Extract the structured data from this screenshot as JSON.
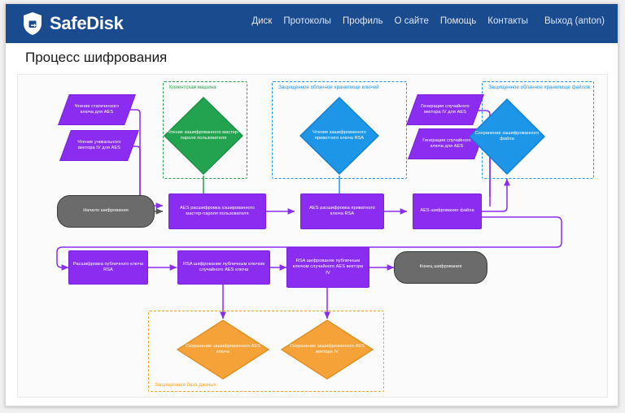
{
  "header": {
    "brand": "SafeDisk",
    "brand_icon": "shield-check-icon",
    "nav": [
      {
        "label": "Диск",
        "name": "nav-disk"
      },
      {
        "label": "Протоколы",
        "name": "nav-protocols"
      },
      {
        "label": "Профиль",
        "name": "nav-profile"
      },
      {
        "label": "О сайте",
        "name": "nav-about"
      },
      {
        "label": "Помощь",
        "name": "nav-help"
      },
      {
        "label": "Контакты",
        "name": "nav-contacts"
      },
      {
        "label": "Выход (anton)",
        "name": "nav-logout"
      }
    ]
  },
  "page": {
    "title": "Процесс шифрования"
  },
  "colors": {
    "navbar": "#1b4b8f",
    "purple": "#8b2df0",
    "green": "#23a34f",
    "blue": "#1e96e8",
    "orange": "#f5a339",
    "gray": "#6b6b6b"
  },
  "diagram": {
    "groups": [
      {
        "name": "group-client-machine",
        "label": "Клиентская машина",
        "color": "#2e9e4f"
      },
      {
        "name": "group-secure-key-cloud",
        "label": "Защищенное облачное хранилище ключей",
        "color": "#2196f3"
      },
      {
        "name": "group-secure-file-cloud",
        "label": "Защищенное облачное хранилище файлов",
        "color": "#2196f3"
      },
      {
        "name": "group-secure-database",
        "label": "Защищенная база данных",
        "color": "#f5a623"
      }
    ],
    "nodes": [
      {
        "name": "node-read-static-aes-key",
        "label": "Чтение статического ключа для AES",
        "shape": "parallelogram",
        "color": "#8b2df0"
      },
      {
        "name": "node-read-unique-iv-aes",
        "label": "Чтение уникального вектора IV для AES",
        "shape": "parallelogram",
        "color": "#8b2df0"
      },
      {
        "name": "node-read-encrypted-master-password",
        "label": "Чтение зашифрованного мастер-пароля пользователя",
        "shape": "diamond",
        "color": "#23a34f"
      },
      {
        "name": "node-read-encrypted-rsa-private-key",
        "label": "Чтение зашифрованного приватного ключа RSA",
        "shape": "diamond",
        "color": "#1e96e8"
      },
      {
        "name": "node-generate-random-iv-aes",
        "label": "Генерация случайного вектора IV для AES",
        "shape": "parallelogram",
        "color": "#8b2df0"
      },
      {
        "name": "node-generate-random-key-aes",
        "label": "Генерация случайного ключа для AES",
        "shape": "parallelogram",
        "color": "#8b2df0"
      },
      {
        "name": "node-save-encrypted-file",
        "label": "Сохранение зашифрованного файла",
        "shape": "diamond",
        "color": "#1e96e8"
      },
      {
        "name": "node-start-encryption",
        "label": "Начало шифрования",
        "shape": "terminator",
        "color": "#6b6b6b"
      },
      {
        "name": "node-aes-decrypt-master-password",
        "label": "AES расшифровка хэшированного мастер-пароля пользователя",
        "shape": "process",
        "color": "#8b2df0"
      },
      {
        "name": "node-aes-decrypt-rsa-private-key",
        "label": "AES расшифровка приватного ключа RSA",
        "shape": "process",
        "color": "#8b2df0"
      },
      {
        "name": "node-aes-encrypt-file",
        "label": "AES шифрование файла",
        "shape": "process",
        "color": "#8b2df0"
      },
      {
        "name": "node-decrypt-rsa-public-key",
        "label": "Расшифровка публичного ключа RSA",
        "shape": "process",
        "color": "#8b2df0"
      },
      {
        "name": "node-rsa-encrypt-random-aes-key",
        "label": "RSA шифрование публичным ключом случайного AES ключа",
        "shape": "process",
        "color": "#8b2df0"
      },
      {
        "name": "node-rsa-encrypt-random-aes-iv",
        "label": "RSA шифрование публичным ключом случайного AES вектора IV",
        "shape": "process",
        "color": "#8b2df0"
      },
      {
        "name": "node-end-encryption",
        "label": "Конец шифрования",
        "shape": "terminator",
        "color": "#6b6b6b"
      },
      {
        "name": "node-save-encrypted-aes-key",
        "label": "Сохранение зашифрованного AES ключа",
        "shape": "diamond",
        "color": "#f5a339"
      },
      {
        "name": "node-save-encrypted-aes-iv",
        "label": "Сохранение зашифрованного AES вектора IV",
        "shape": "diamond",
        "color": "#f5a339"
      }
    ]
  }
}
